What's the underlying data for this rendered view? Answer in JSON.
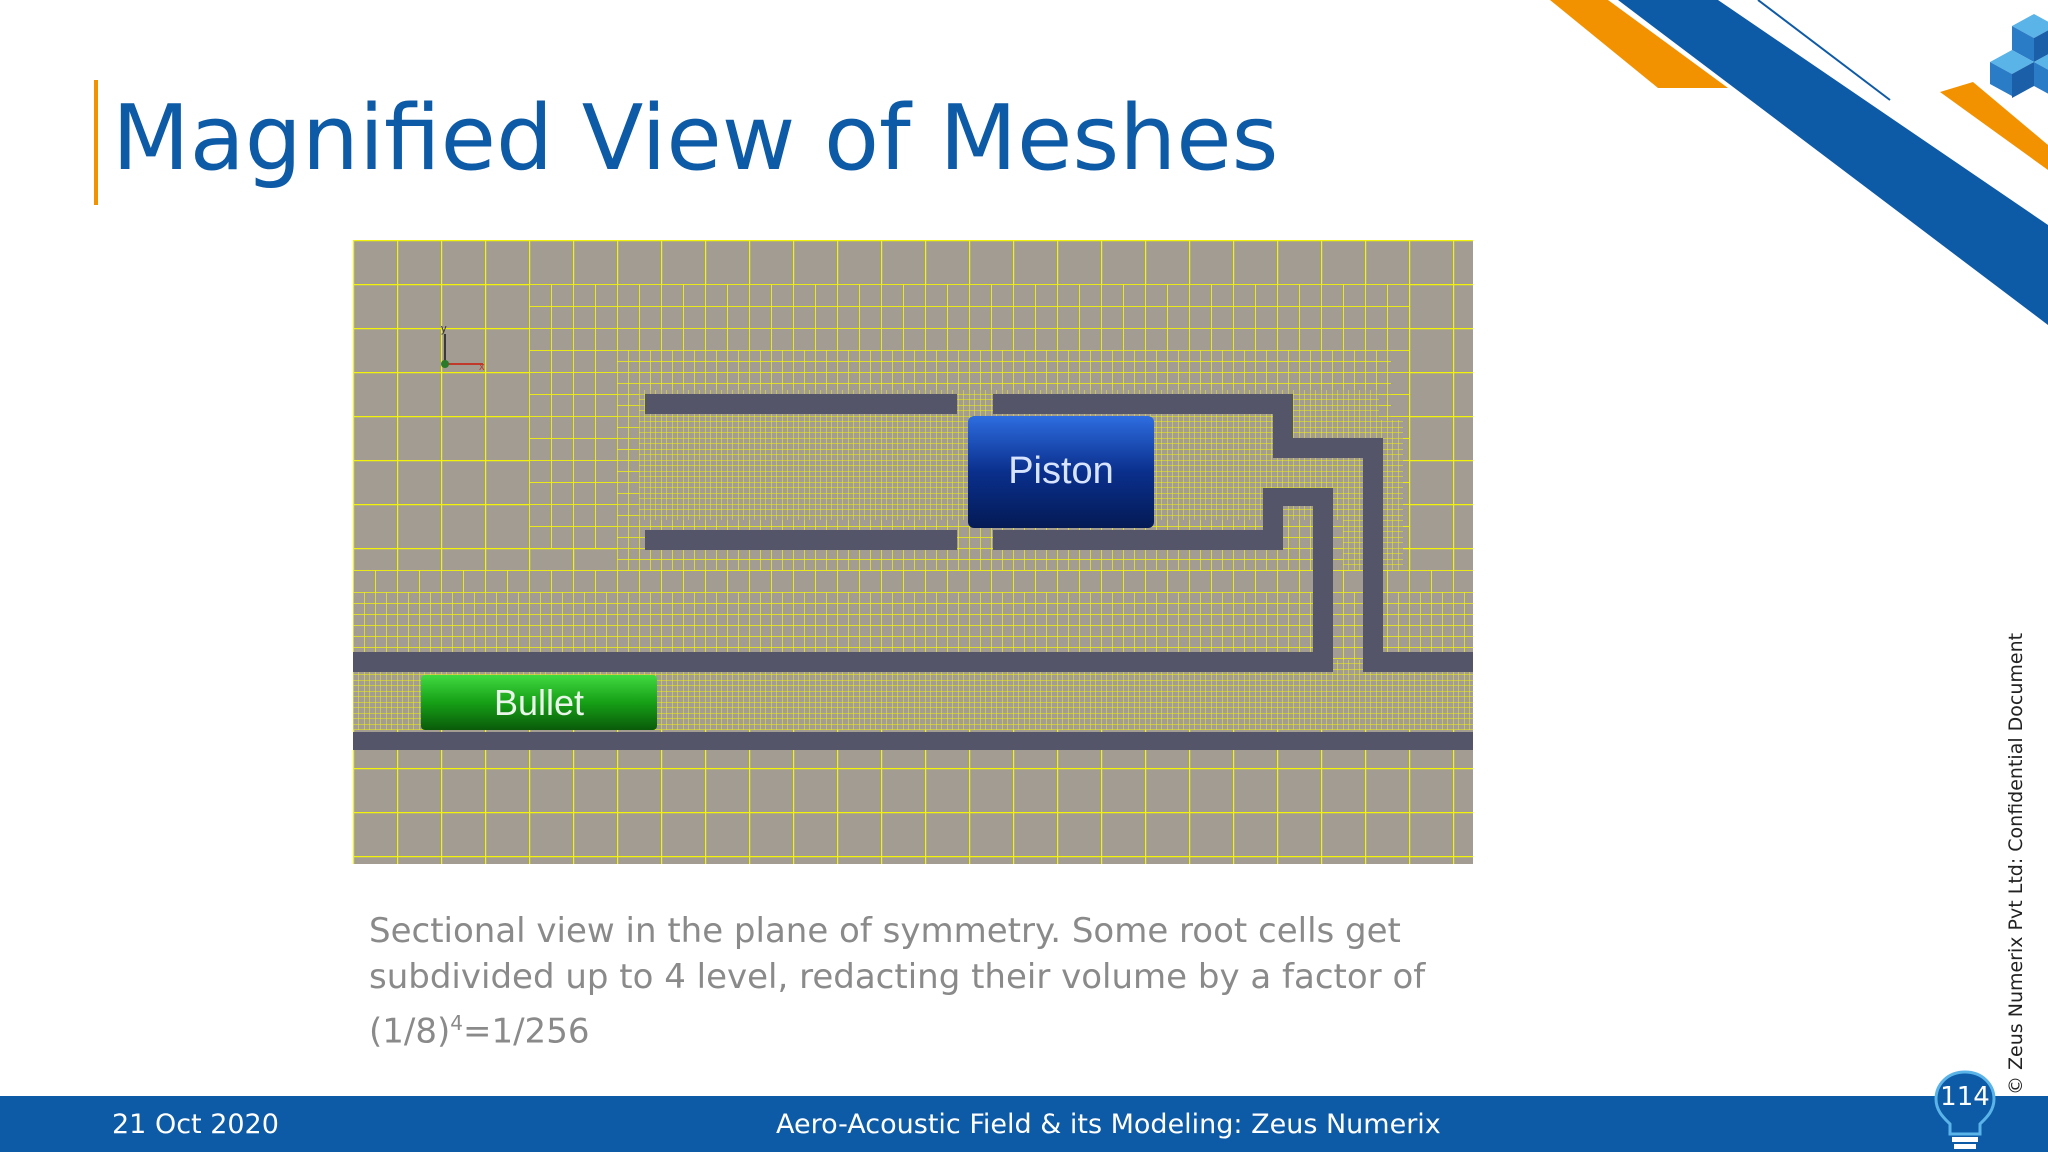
{
  "slide": {
    "title": "Magnified View of Meshes",
    "caption_line1": "Sectional view in the plane of symmetry.  Some root cells get",
    "caption_line2": "subdivided up to 4 level, redacting their volume by a factor of",
    "caption_line3_base": "(1/8)",
    "caption_line3_sup": "4",
    "caption_line3_tail": "=1/256",
    "confidential": "© Zeus Numerix Pvt Ltd: Confidential Document"
  },
  "figure": {
    "piston_label": "Piston",
    "bullet_label": "Bullet",
    "axis_labels": [
      "y",
      "x"
    ]
  },
  "footer": {
    "date": "21 Oct 2020",
    "center_text": "Aero-Acoustic Field & its Modeling: Zeus Numerix",
    "page_number": "114"
  },
  "colors": {
    "brand_blue": "#0d5aa7",
    "accent_orange": "#f39200",
    "mesh_yellow": "#f2f20a",
    "mesh_background": "#a29c92",
    "wall_gray": "#55556a",
    "piston_blue": "#0a2f8c",
    "bullet_green": "#1aa61a"
  }
}
